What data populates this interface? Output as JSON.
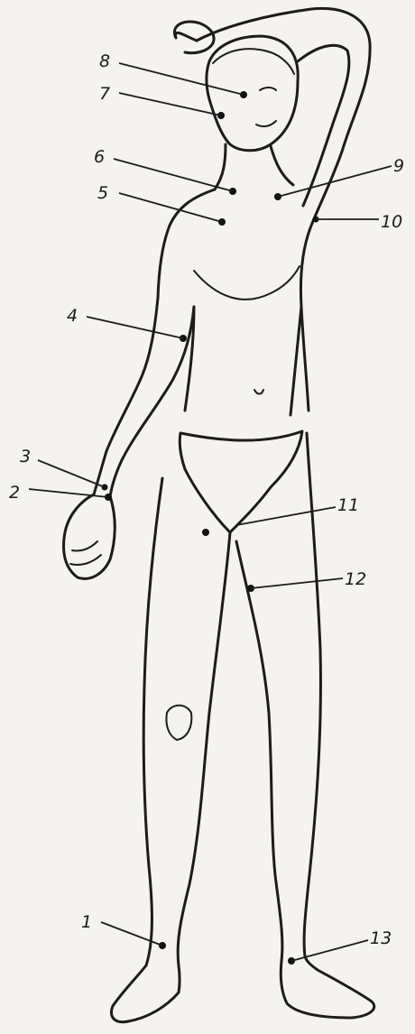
{
  "figure": {
    "colors": {
      "ink": "#1c1c1c",
      "paper": "#f4f3ef"
    }
  },
  "points": [
    {
      "label": "1"
    },
    {
      "label": "2"
    },
    {
      "label": "3"
    },
    {
      "label": "4"
    },
    {
      "label": "5"
    },
    {
      "label": "6"
    },
    {
      "label": "7"
    },
    {
      "label": "8"
    },
    {
      "label": "9"
    },
    {
      "label": "10"
    },
    {
      "label": "11"
    },
    {
      "label": "12"
    },
    {
      "label": "13"
    }
  ]
}
